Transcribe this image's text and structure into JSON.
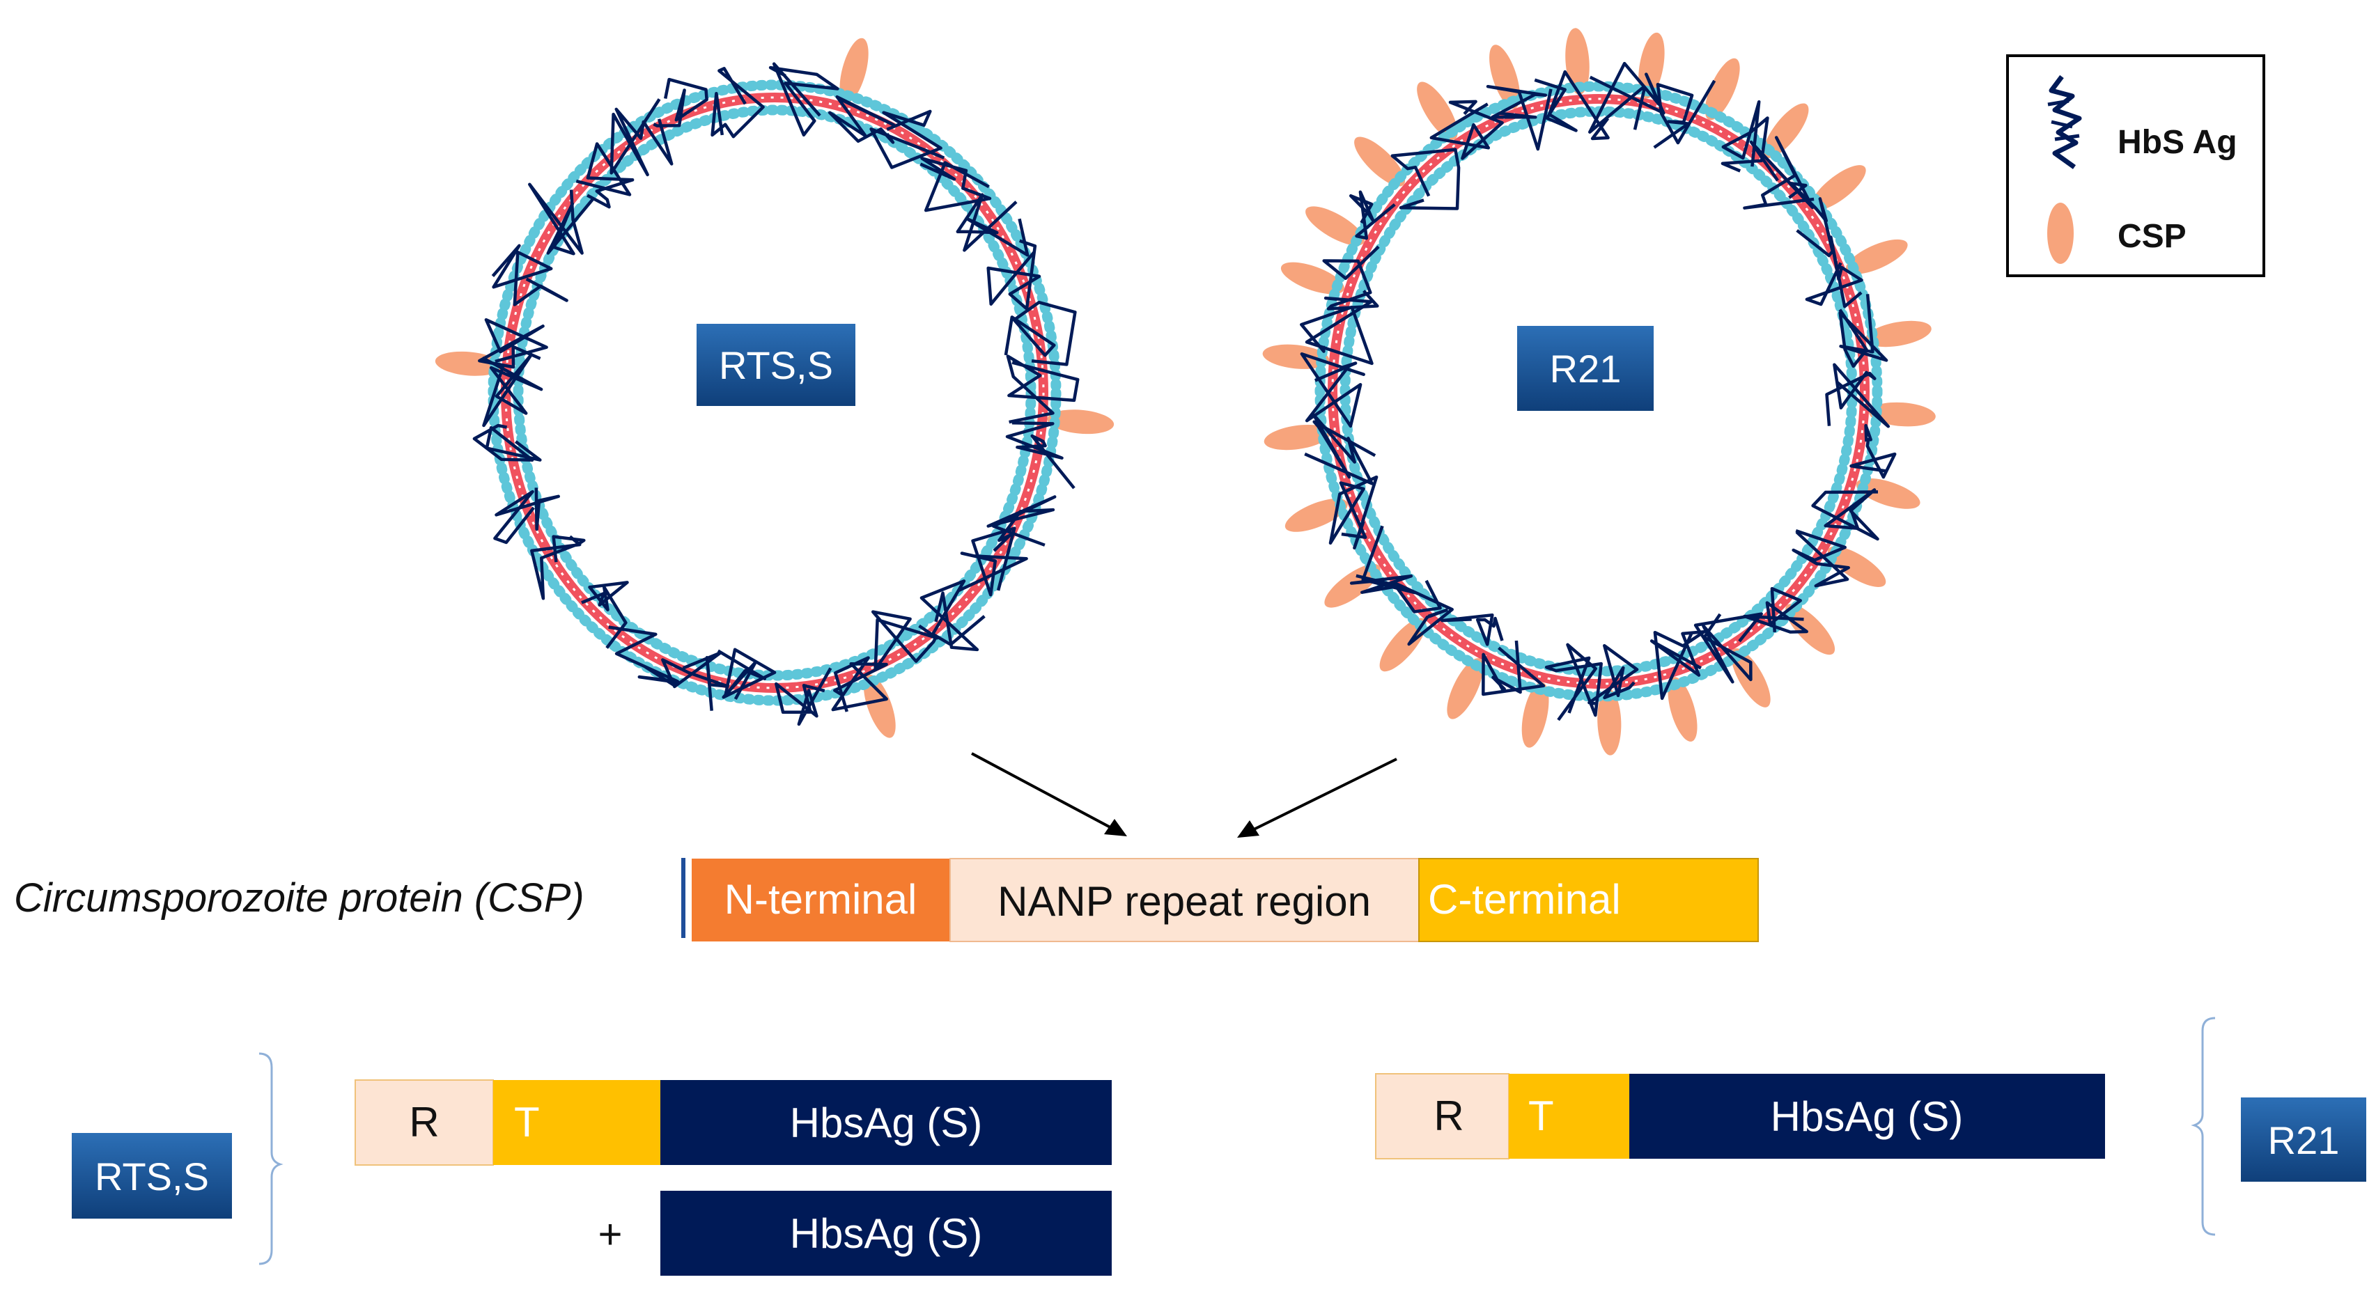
{
  "vlp_rts": {
    "badge": "RTS,S"
  },
  "vlp_r21": {
    "badge": "R21"
  },
  "legend": {
    "items": [
      {
        "label": "HbS Ag",
        "icon": "hbsag-squiggle-icon"
      },
      {
        "label": "CSP",
        "icon": "csp-ellipse-icon"
      }
    ]
  },
  "csp": {
    "label": "Circumsporozoite protein (CSP)",
    "n_terminal": "N-terminal",
    "nanp": "NANP repeat region",
    "c_terminal": "C-terminal"
  },
  "rts_construct": {
    "badge": "RTS,S",
    "r": "R",
    "t": "T",
    "hbsag": "HbsAg (S)",
    "plus": "+",
    "hbsag_extra": "HbsAg (S)"
  },
  "r21_construct": {
    "badge": "R21",
    "r": "R",
    "t": "T",
    "hbsag": "HbsAg (S)"
  },
  "colors": {
    "navy": "#001a57",
    "orange": "#f47c30",
    "gold": "#ffc000",
    "peach": "#fde4d3",
    "salmon": "#f7a47c",
    "membrane": "#f0525e",
    "bead": "#5ec6d9",
    "badge": "#1f5b9c"
  }
}
